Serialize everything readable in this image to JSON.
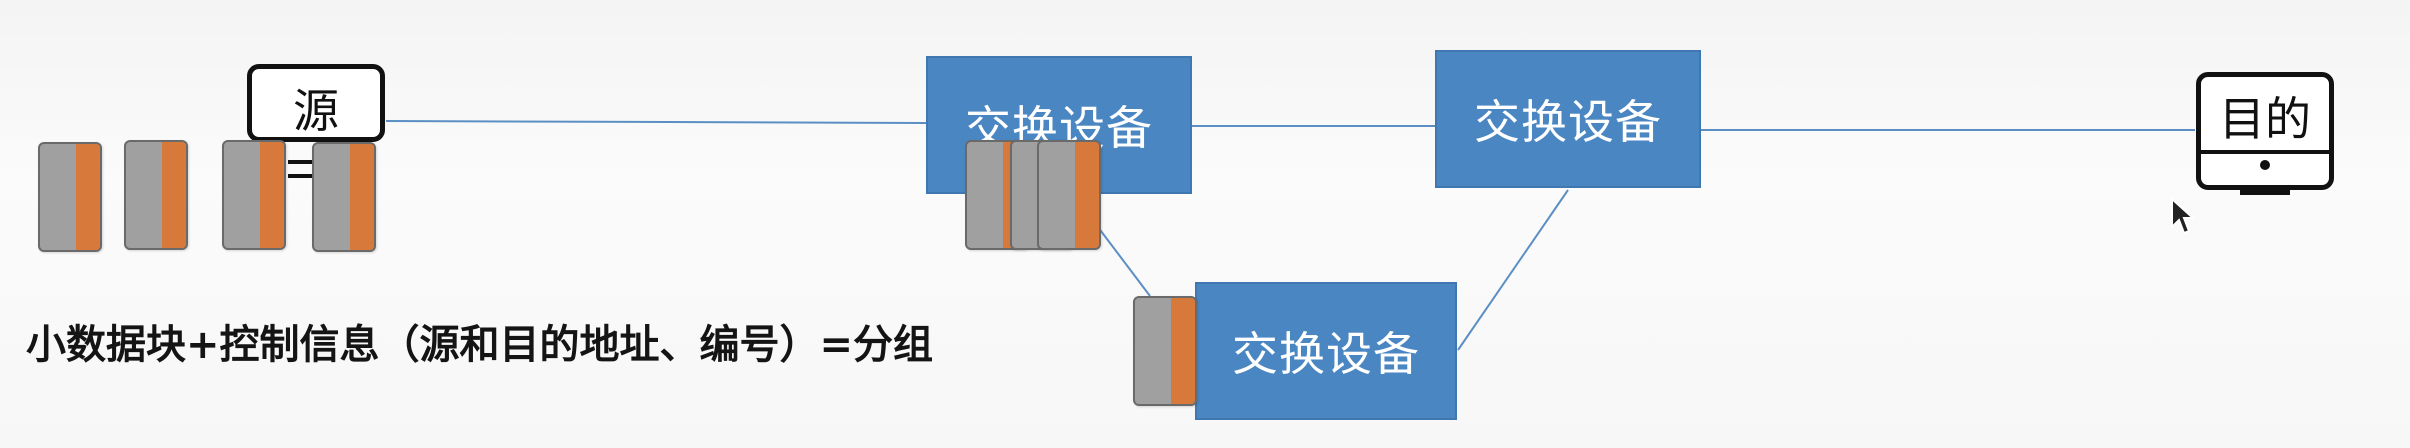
{
  "nodes": {
    "source_label": "源",
    "destination_label": "目的",
    "switch_label": "交换设备"
  },
  "caption": "小数据块+控制信息（源和目的地址、编号）=分组",
  "colors": {
    "switch_fill": "#4a86c2",
    "link_line": "#5b8fc4",
    "packet_body": "#a0a0a0",
    "packet_header": "#d6793a"
  },
  "icons": [
    "computer-monitor-icon",
    "mouse-cursor-icon"
  ]
}
